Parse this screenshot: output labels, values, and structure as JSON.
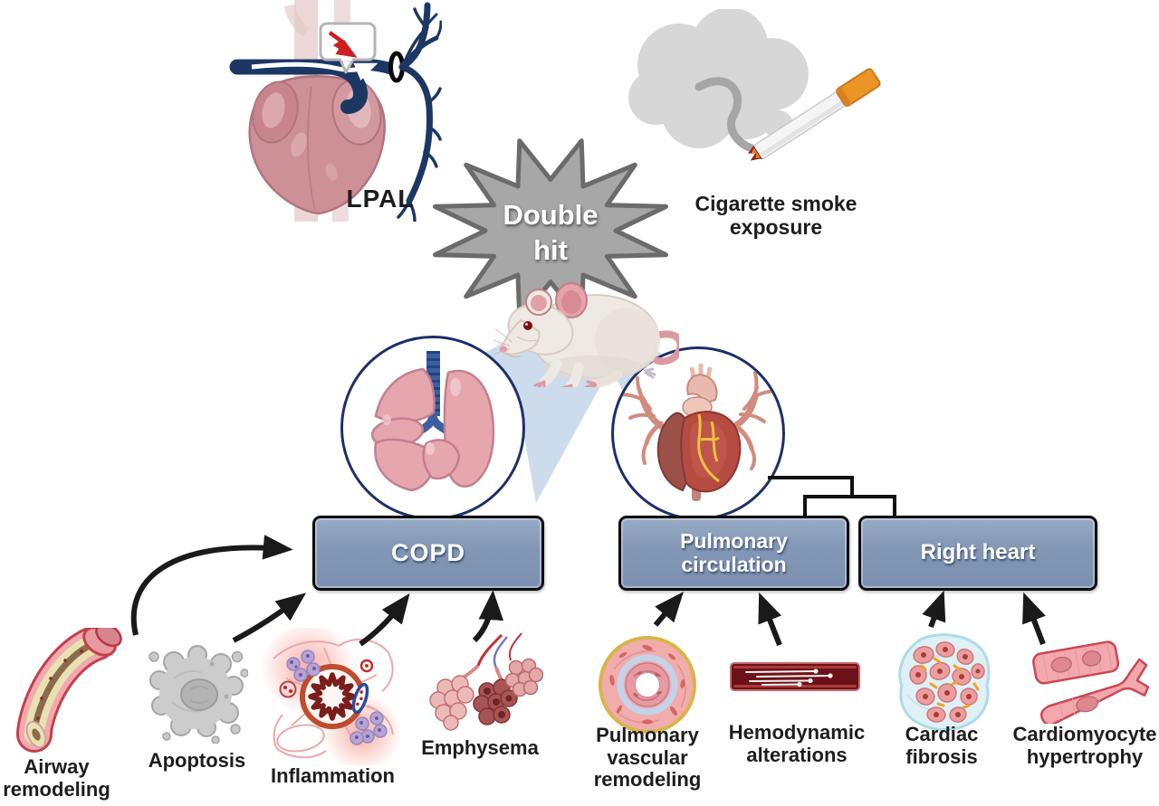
{
  "figure": {
    "description": "Double hit rat model schematic",
    "causes": [
      {
        "id": "lpal",
        "label": "LPAL",
        "icon": "lpal-heart-ligation-illustration"
      },
      {
        "id": "cigarette-smoke",
        "label": "Cigarette smoke\nexposure",
        "icon": "cigarette-smoke-illustration"
      }
    ],
    "hub": {
      "label": "Double\nhit",
      "shape": "starburst",
      "animal_icon": "rat-illustration"
    },
    "magnified_organs": [
      {
        "id": "lungs",
        "icon": "lungs-magnified-icon"
      },
      {
        "id": "heart",
        "icon": "heart-magnified-icon"
      }
    ],
    "outcomes": [
      {
        "id": "copd",
        "label": "COPD"
      },
      {
        "id": "pulmonary-circulation",
        "label": "Pulmonary\ncirculation"
      },
      {
        "id": "right-heart",
        "label": "Right heart"
      }
    ],
    "findings": [
      {
        "id": "airway-remodeling",
        "label": "Airway\nremodeling",
        "icon": "airway-cross-section-icon",
        "points_to": "COPD"
      },
      {
        "id": "apoptosis",
        "label": "Apoptosis",
        "icon": "apoptotic-cell-icon",
        "points_to": "COPD"
      },
      {
        "id": "inflammation",
        "label": "Inflammation",
        "icon": "inflamed-airway-icon",
        "points_to": "COPD"
      },
      {
        "id": "emphysema",
        "label": "Emphysema",
        "icon": "alveoli-cluster-icon",
        "points_to": "COPD"
      },
      {
        "id": "pulmonary-vascular-remodeling",
        "label": "Pulmonary\nvascular\nremodeling",
        "icon": "vessel-cross-section-icon",
        "points_to": "Pulmonary circulation"
      },
      {
        "id": "hemodynamic-alterations",
        "label": "Hemodynamic\nalterations",
        "icon": "blood-flow-icon",
        "points_to": "Pulmonary circulation"
      },
      {
        "id": "cardiac-fibrosis",
        "label": "Cardiac\nfibrosis",
        "icon": "fibrotic-tissue-icon",
        "points_to": "Right heart"
      },
      {
        "id": "cardiomyocyte-hypertrophy",
        "label": "Cardiomyocyte\nhypertrophy",
        "icon": "cardiomyocyte-cells-icon",
        "points_to": "Right heart"
      }
    ],
    "colors": {
      "outcome_box_fill": "#8297b5",
      "outcome_box_border": "#0d0d0d",
      "starburst_fill": "#a7a7a7",
      "starburst_border": "#6b6b6b",
      "beam_blue": "#cddcec",
      "circle_border": "#1c2f6b",
      "arrow_black": "#1a1a1a",
      "cigarette_filter_orange": "#eb9527",
      "navy_artery": "#1d3765"
    }
  }
}
